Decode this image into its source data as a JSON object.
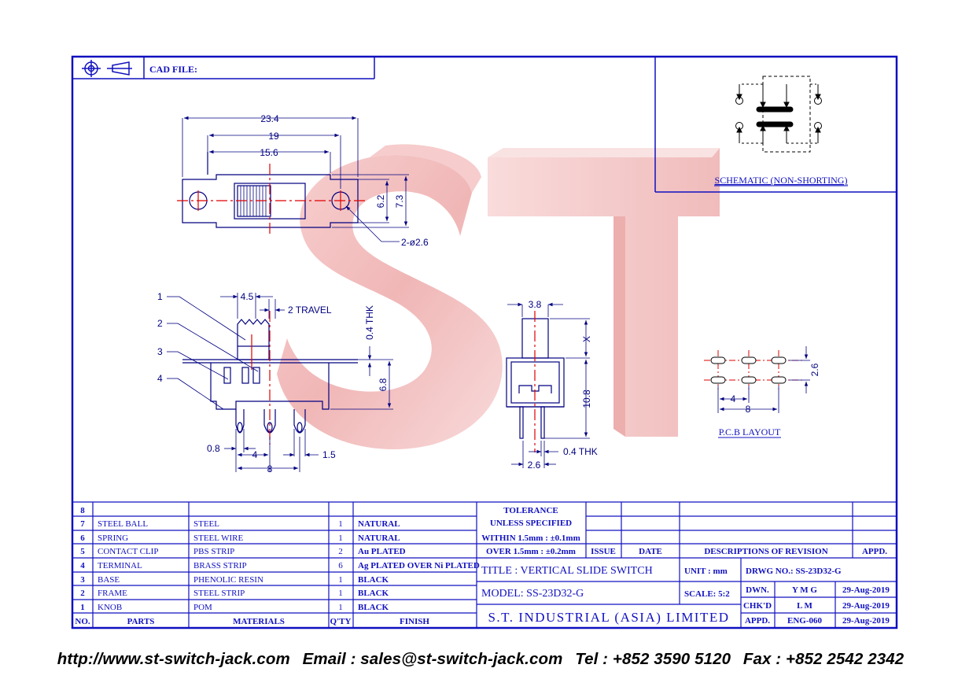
{
  "cad_file_label": "CAD FILE:",
  "schematic_label": "SCHEMATIC (NON-SHORTING)",
  "pcb_label": "P.C.B LAYOUT",
  "dims": {
    "d23_4": "23.4",
    "d19": "19",
    "d15_6": "15.6",
    "d6_2": "6.2",
    "d7_3": "7.3",
    "hole": "2-ø2.6",
    "d4_5": "4.5",
    "travel": "2 TRAVEL",
    "thk04": "0.4 THK",
    "d6_8": "6.8",
    "d0_8": "0.8",
    "d4": "4",
    "d1_5": "1.5",
    "d8": "8",
    "d3_8": "3.8",
    "x": "X",
    "d10_8": "10.8",
    "thk04b": "0.4 THK",
    "d2_6": "2.6",
    "pcb_4": "4",
    "pcb_8": "8",
    "pcb_2_6": "2.6"
  },
  "callouts": [
    "1",
    "2",
    "3",
    "4"
  ],
  "parts_table": {
    "headers": {
      "no": "NO.",
      "parts": "PARTS",
      "materials": "MATERIALS",
      "qty": "Q'TY",
      "finish": "FINISH"
    },
    "rows": [
      {
        "no": "8",
        "parts": "",
        "materials": "",
        "qty": "",
        "finish": ""
      },
      {
        "no": "7",
        "parts": "STEEL BALL",
        "materials": "STEEL",
        "qty": "1",
        "finish": "NATURAL"
      },
      {
        "no": "6",
        "parts": "SPRING",
        "materials": "STEEL WIRE",
        "qty": "1",
        "finish": "NATURAL"
      },
      {
        "no": "5",
        "parts": "CONTACT CLIP",
        "materials": "PBS STRIP",
        "qty": "2",
        "finish": "Au PLATED"
      },
      {
        "no": "4",
        "parts": "TERMINAL",
        "materials": "BRASS STRIP",
        "qty": "6",
        "finish": "Ag PLATED OVER Ni PLATED"
      },
      {
        "no": "3",
        "parts": "BASE",
        "materials": "PHENOLIC RESIN",
        "qty": "1",
        "finish": "BLACK"
      },
      {
        "no": "2",
        "parts": "FRAME",
        "materials": "STEEL STRIP",
        "qty": "1",
        "finish": "BLACK"
      },
      {
        "no": "1",
        "parts": "KNOB",
        "materials": "POM",
        "qty": "1",
        "finish": "BLACK"
      }
    ]
  },
  "tolerance": {
    "line1": "TOLERANCE",
    "line2": "UNLESS SPECIFIED",
    "within": "WITHIN 1.5mm : ±0.1mm",
    "over": "OVER 1.5mm : ±0.2mm"
  },
  "revision": {
    "issue": "ISSUE",
    "date": "DATE",
    "desc": "DESCRIPTIONS OF REVISION",
    "appd": "APPD."
  },
  "title_block": {
    "title": "TITLE : VERTICAL SLIDE SWITCH",
    "unit": "UNIT : mm",
    "drwg": "DRWG NO.: SS-23D32-G",
    "model": "MODEL: SS-23D32-G",
    "scale": "SCALE: 5:2",
    "company": "S.T. INDUSTRIAL (ASIA) LIMITED",
    "dwn_label": "DWN.",
    "dwn_value": "Y M G",
    "dwn_date": "29-Aug-2019",
    "chkd_label": "CHK'D",
    "chkd_value": "L M",
    "chkd_date": "29-Aug-2019",
    "appd_label": "APPD.",
    "appd_value": "ENG-060",
    "appd_date": "29-Aug-2019"
  },
  "footer": {
    "url": "http://www.st-switch-jack.com",
    "email": "Email : sales@st-switch-jack.com",
    "tel": "Tel : +852 3590 5120",
    "fax": "Fax : +852 2542 2342"
  },
  "colors": {
    "frame": "#1010c0",
    "drawing": "#000080",
    "centerline": "#e00000",
    "watermark": "#f2b8b8"
  }
}
